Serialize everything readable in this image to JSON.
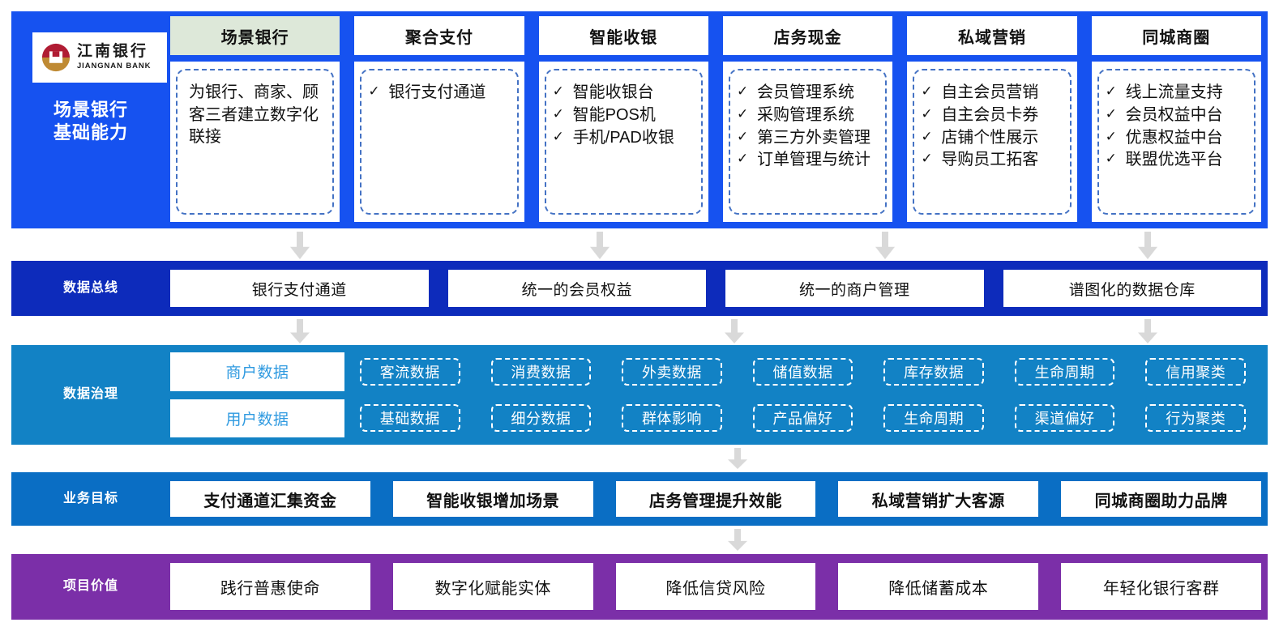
{
  "logo": {
    "name_cn": "江南银行",
    "name_en": "JIANGNAN BANK",
    "mark": "jiangnan-bank-logo-mark",
    "colors": {
      "top": "#b01c33",
      "bottom": "#bf8a34"
    }
  },
  "colors": {
    "scene_band": "#1652f0",
    "bus_band": "#0d2bbb",
    "gov_band": "#1282c5",
    "goal_band": "#0a6ec4",
    "value_band": "#7b2fa8",
    "active_tab": "#dde8d9",
    "card_border": "#4472c4",
    "gov_main_text": "#2f9ae0",
    "arrow": "#d9d9d9"
  },
  "bands": {
    "scene": {
      "label": "场景银行\n基础能力",
      "label_line1": "场景银行",
      "label_line2": "基础能力",
      "tabs": [
        {
          "label": "场景银行",
          "active": true
        },
        {
          "label": "聚合支付",
          "active": false
        },
        {
          "label": "智能收银",
          "active": false
        },
        {
          "label": "店务现金",
          "active": false
        },
        {
          "label": "私域营销",
          "active": false
        },
        {
          "label": "同城商圈",
          "active": false
        }
      ],
      "cards": [
        {
          "type": "paragraph",
          "text": "为银行、商家、顾客三者建立数字化联接",
          "items": []
        },
        {
          "type": "bullets",
          "text": "",
          "items": [
            "银行支付通道"
          ]
        },
        {
          "type": "bullets",
          "text": "",
          "items": [
            "智能收银台",
            "智能POS机",
            "手机/PAD收银"
          ]
        },
        {
          "type": "bullets",
          "text": "",
          "items": [
            "会员管理系统",
            "采购管理系统",
            "第三方外卖管理",
            "订单管理与统计"
          ]
        },
        {
          "type": "bullets",
          "text": "",
          "items": [
            "自主会员营销",
            "自主会员卡券",
            "店铺个性展示",
            "导购员工拓客"
          ]
        },
        {
          "type": "bullets",
          "text": "",
          "items": [
            "线上流量支持",
            "会员权益中台",
            "优惠权益中台",
            "联盟优选平台"
          ]
        }
      ]
    },
    "bus": {
      "label": "数据总线",
      "chips": [
        "银行支付通道",
        "统一的会员权益",
        "统一的商户管理",
        "谱图化的数据仓库"
      ]
    },
    "governance": {
      "label": "数据治理",
      "rows": [
        {
          "main": "商户数据",
          "chips": [
            "客流数据",
            "消费数据",
            "外卖数据",
            "储值数据",
            "库存数据",
            "生命周期",
            "信用聚类"
          ]
        },
        {
          "main": "用户数据",
          "chips": [
            "基础数据",
            "细分数据",
            "群体影响",
            "产品偏好",
            "生命周期",
            "渠道偏好",
            "行为聚类"
          ]
        }
      ]
    },
    "goals": {
      "label": "业务目标",
      "chips": [
        "支付通道汇集资金",
        "智能收银增加场景",
        "店务管理提升效能",
        "私域营销扩大客源",
        "同城商圈助力品牌"
      ]
    },
    "value": {
      "label": "项目价值",
      "chips": [
        "践行普惠使命",
        "数字化赋能实体",
        "降低信贷风险",
        "降低储蓄成本",
        "年轻化银行客群"
      ]
    }
  },
  "arrows": {
    "scene_to_bus": [
      370,
      740,
      1092,
      1416
    ],
    "bus_to_gov": [
      370,
      906,
      1416
    ],
    "gov_to_goal": [
      910
    ],
    "goal_to_value": [
      910
    ]
  }
}
